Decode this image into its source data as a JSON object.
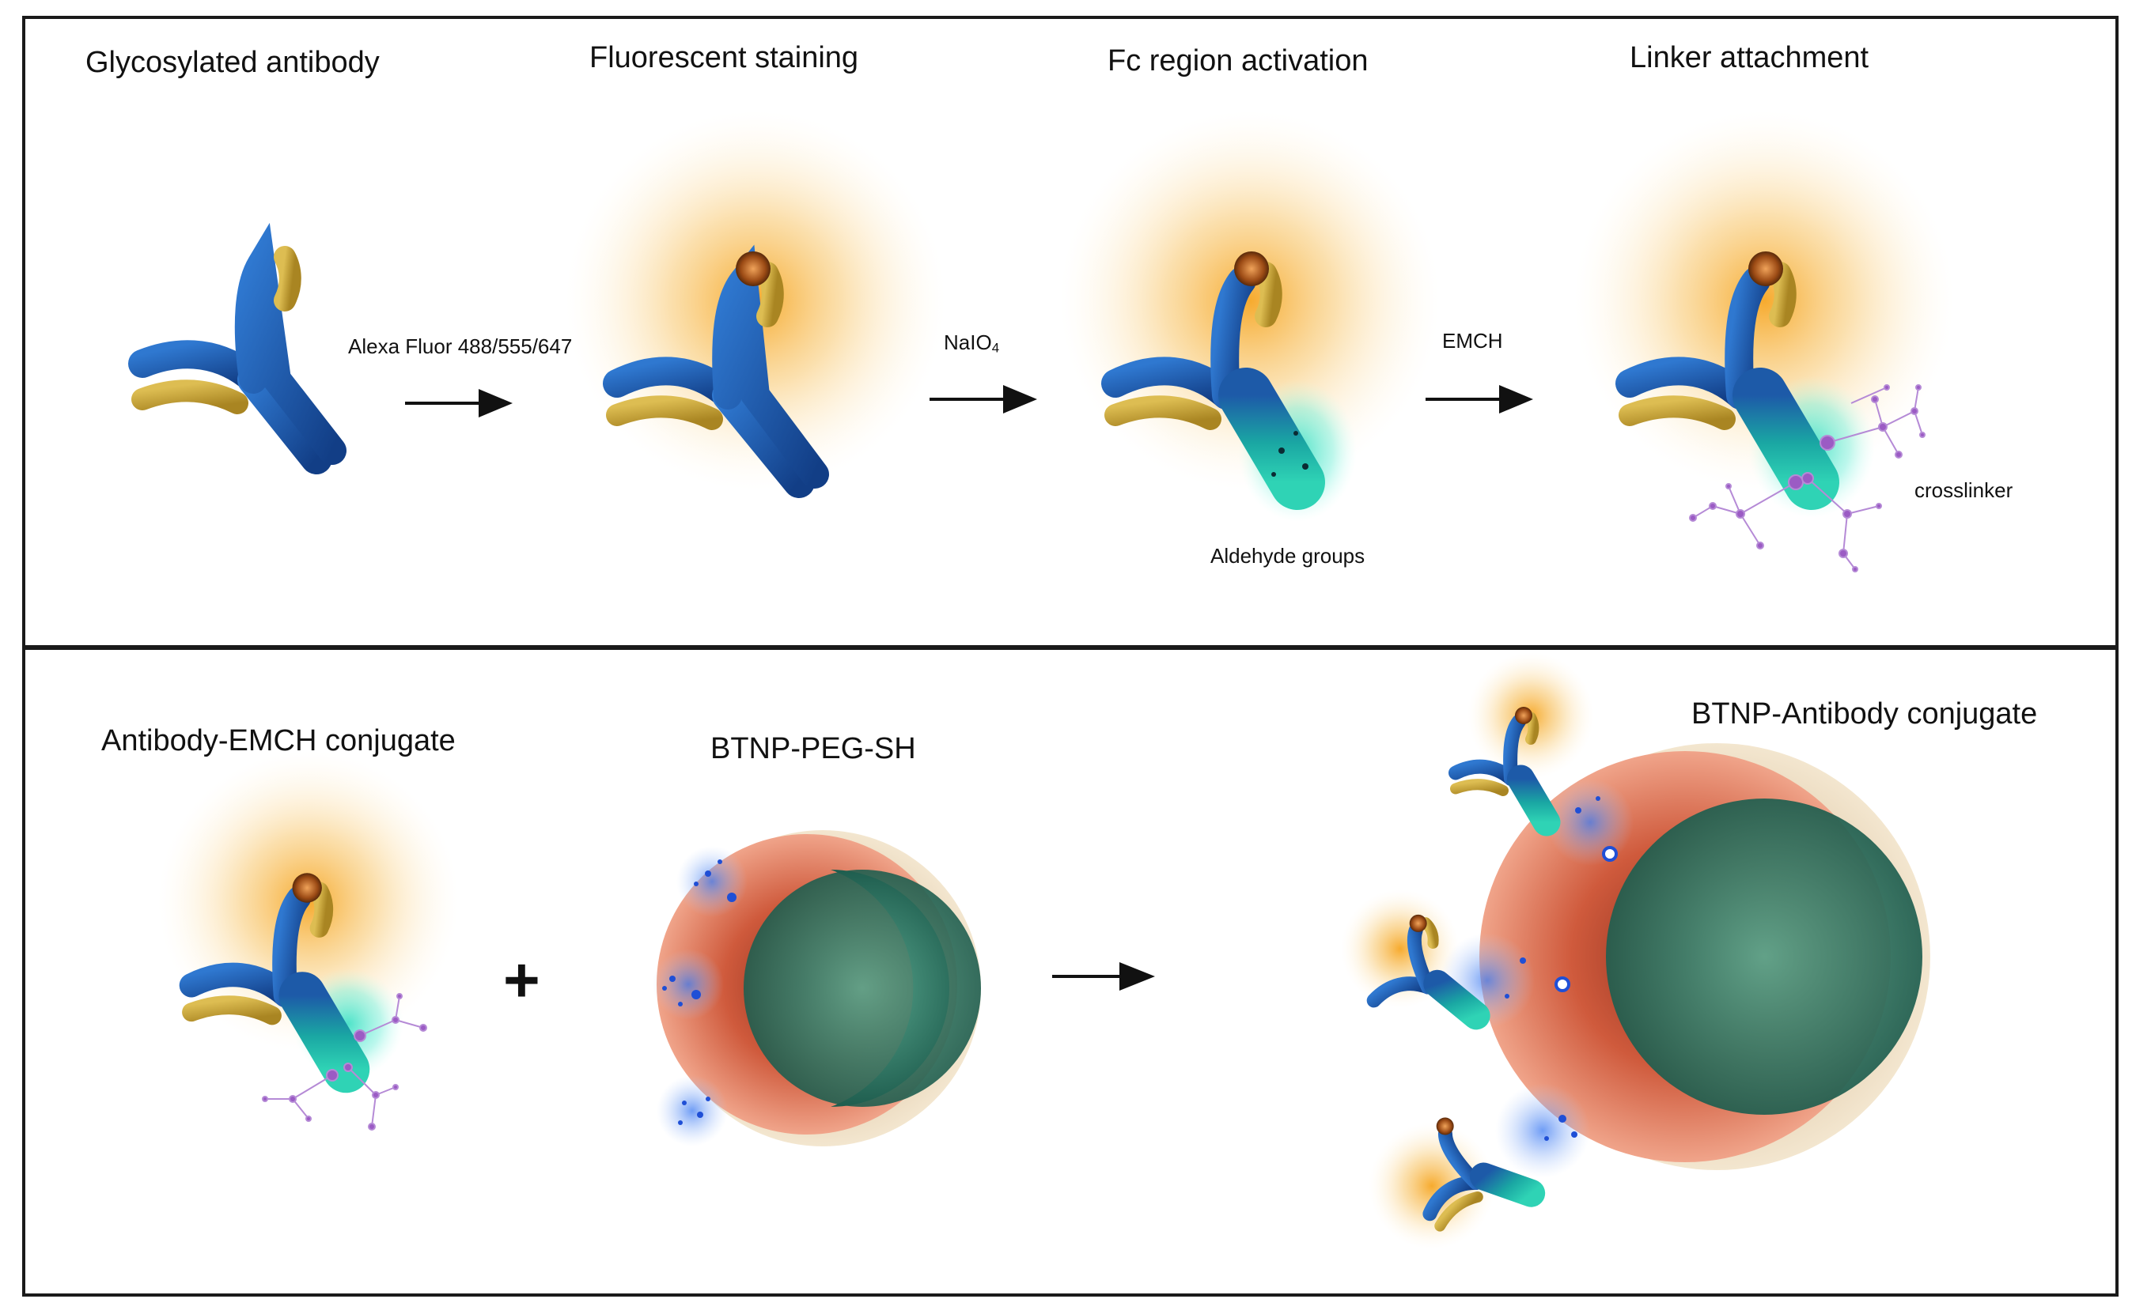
{
  "top_panel": {
    "steps": [
      {
        "title": "Glycosylated antibody"
      },
      {
        "title": "Fluorescent staining"
      },
      {
        "title": "Fc region activation"
      },
      {
        "title": "Linker attachment"
      }
    ],
    "reagents": {
      "alexa": "Alexa Fluor 488/555/647",
      "naio_main": "NaIO",
      "naio_sub": "4",
      "emch": "EMCH"
    },
    "annotations": {
      "aldehyde": "Aldehyde groups",
      "crosslinker": "crosslinker"
    }
  },
  "bottom_panel": {
    "labels": {
      "antibody_emch": "Antibody-EMCH conjugate",
      "btnp_peg_sh": "BTNP-PEG-SH",
      "btnp_antibody": "BTNP-Antibody conjugate"
    },
    "plus_sign": "+"
  },
  "colors": {
    "antibody_heavy_chain": "#1d5aa8",
    "antibody_light_chain": "#c4a23a",
    "fluorophore_glow": "#f6b63f",
    "fluorophore_bead": "#b8621f",
    "fc_activated": "#28c9b0",
    "crosslinker": "#9b5bc4",
    "thiol_glow": "#4c86f0",
    "nanoparticle_shell": "#d8634a",
    "nanoparticle_core": "#2f7a66",
    "nanoparticle_back": "#e3cfa8"
  }
}
